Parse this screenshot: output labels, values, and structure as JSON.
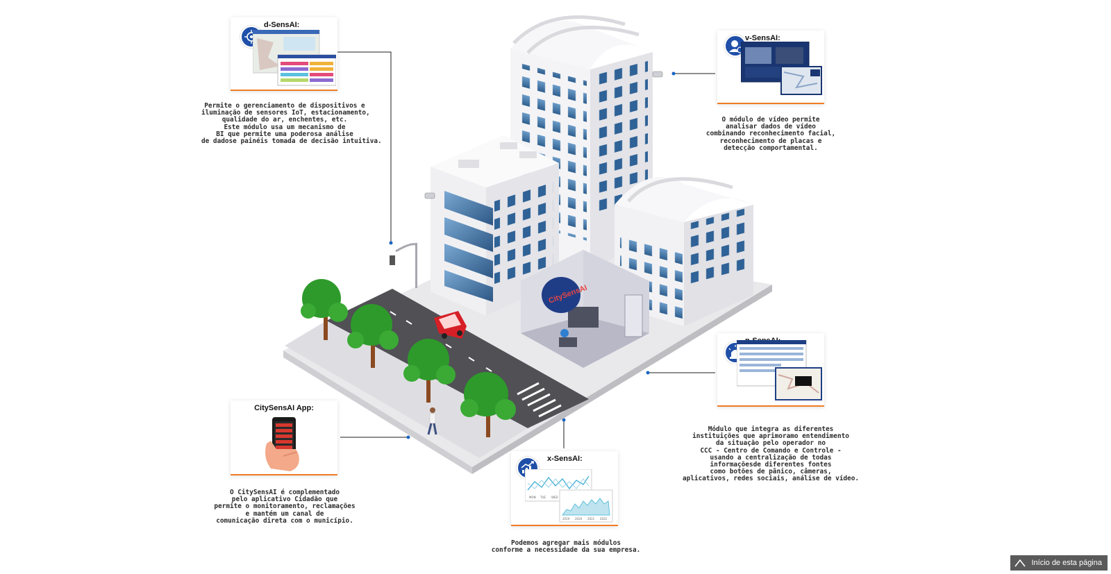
{
  "modules": {
    "d": {
      "title": "d-SensAI:",
      "icon": "network-settings-icon",
      "lines": [
        "Permite o gerenciamento de dispositivos e",
        "iluminação de sensores IoT, estacionamento,",
        "qualidade do ar, enchentes, etc.",
        "Este módulo usa um mecanismo de",
        "BI que permite uma poderosa análise",
        "de dadose painéis tomada de decisão intuitiva."
      ]
    },
    "v": {
      "title": "v-SensAI:",
      "icon": "face-recognition-icon",
      "lines": [
        "O módulo de vídeo permite",
        "analisar dados de vídeo",
        "combinando reconhecimento facial,",
        "reconhecimento de placas e",
        "detecção comportamental."
      ]
    },
    "p": {
      "title": "p-SensAI:",
      "icon": "alarm-siren-icon",
      "lines": [
        "Módulo que integra as diferentes",
        "instituições que aprimoramo entendimento",
        "da situação pelo operador no",
        "CCC - Centro de Comando e Controle -",
        "usando a centralização de todas",
        "informaçõesde diferentes fontes",
        "como botões de pânico, câmeras,",
        "aplicativos, redes sociais, análise de vídeo."
      ]
    },
    "app": {
      "title": "CitySensAI App:",
      "icon": "smartphone-icon",
      "lines": [
        "O CitySensAI é complementado",
        "pelo aplicativo Cidadão que",
        "permite o monitoramento, reclamações",
        "e mantém um canal de",
        "comunicação direta com o município."
      ]
    },
    "x": {
      "title": "x-SensAI:",
      "icon": "trend-chart-icon",
      "lines": [
        "Podemos agregar mais módulos",
        "conforme a necessidade da sua empresa."
      ],
      "chart_ticks_top": [
        "MON",
        "TUE",
        "WED"
      ],
      "chart_ticks_bottom": [
        "2019",
        "2020",
        "2021",
        "2022"
      ]
    }
  },
  "city": {
    "sign": "CitySensAI"
  },
  "back_to_top": "Início de esta página",
  "colors": {
    "accent": "#f07c23",
    "icon_blue": "#1f4fa8",
    "connector": "#1c1c1c",
    "dot": "#1a66c4"
  }
}
